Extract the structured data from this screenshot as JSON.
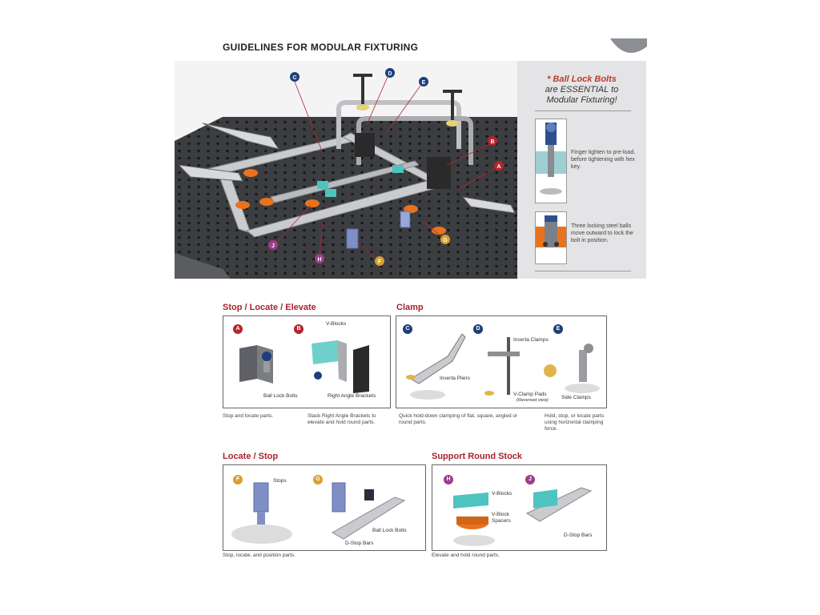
{
  "header": {
    "title": "GUIDELINES FOR MODULAR FIXTURING"
  },
  "hero_callouts": [
    "A",
    "B",
    "C",
    "D",
    "E",
    "F",
    "G",
    "H",
    "J"
  ],
  "sidebar": {
    "headline_1": "* Ball Lock Bolts",
    "headline_2": "are ESSENTIAL to",
    "headline_3": "Modular Fixturing!",
    "note_1": "Finger tighten to pre-load, before tightening with hex key.",
    "note_2": "Three locking steel balls move outward to lock the bolt in position."
  },
  "sections": {
    "stop_locate": {
      "heading": "Stop / Locate / Elevate",
      "badge_a": "A",
      "badge_b": "B",
      "label_vblocks": "V-Blocks",
      "label_ballbolts": "Ball Lock Bolts",
      "label_brackets": "Right Angle Brackets",
      "caption_1": "Stop and locate parts.",
      "caption_2": "Stack Right Angle Brackets to elevate and hold round parts."
    },
    "clamp": {
      "heading": "Clamp",
      "badge_c": "C",
      "badge_d": "D",
      "badge_e": "E",
      "label_pliers": "Inserta Pliers",
      "label_clamps": "Inserta Clamps",
      "label_pads": "V-Clamp Pads",
      "label_reversed": "(Reversed view)",
      "label_side": "Side Clamps",
      "caption_1": "Quick hold-down clamping of flat, square, angled or round parts.",
      "caption_2": "Hold, stop, or locate parts using horizontal clamping force."
    },
    "locate_stop": {
      "heading": "Locate / Stop",
      "badge_f": "F",
      "badge_g": "G",
      "label_stops": "Stops",
      "label_ballbolts": "Ball Lock Bolts",
      "label_dstop": "D-Stop Bars",
      "caption": "Stop, locate, and position parts."
    },
    "support": {
      "heading": "Support Round Stock",
      "badge_h": "H",
      "badge_j": "J",
      "label_vblocks": "V-Blocks",
      "label_spacers": "V-Block Spacers",
      "label_dstop": "D-Stop Bars",
      "caption": "Elevate and hold round parts."
    }
  },
  "colors": {
    "accent_red": "#a8232d",
    "blue": "#1d3f7d",
    "gold": "#d9a02b",
    "purple": "#9c3d8d",
    "orange": "#e8731e",
    "teal": "#4fc3c0"
  }
}
